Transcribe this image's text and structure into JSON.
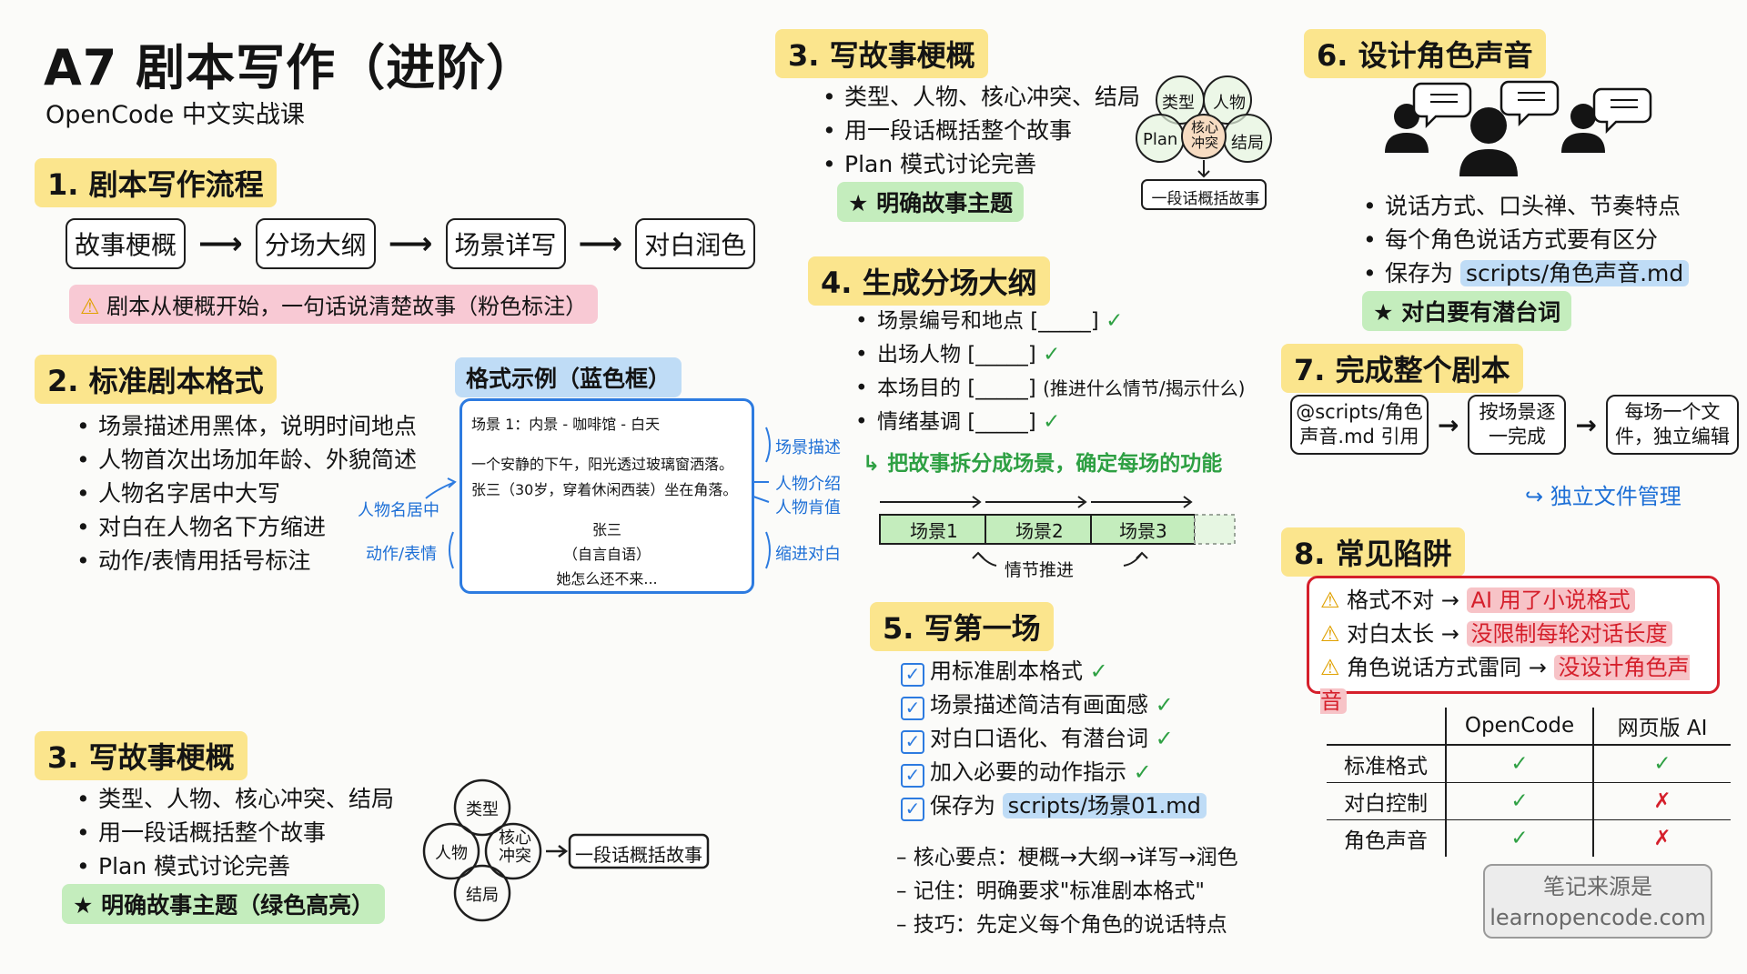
{
  "header": {
    "title": "A7 剧本写作（进阶）",
    "subtitle": "OpenCode 中文实战课"
  },
  "s1": {
    "heading": "1. 剧本写作流程",
    "steps": [
      "故事梗概",
      "分场大纲",
      "场景详写",
      "对白润色"
    ],
    "note": "剧本从梗概开始，一句话说清楚故事（粉色标注）"
  },
  "s2": {
    "heading": "2. 标准剧本格式",
    "bullets": [
      "场景描述用黑体，说明时间地点",
      "人物首次出场加年龄、外貌简述",
      "人物名字居中大写",
      "对白在人物名下方缩进",
      "动作/表情用括号标注"
    ],
    "example_label": "格式示例（蓝色框）",
    "example": {
      "scene": "场景 1：内景 - 咖啡馆 - 白天",
      "desc1": "一个安静的下午，阳光透过玻璃窗洒落。",
      "desc2": "张三（30岁，穿着休闲西装）坐在角落。",
      "name": "张三",
      "action": "（自言自语）",
      "dialogue": "她怎么还不来..."
    },
    "left_labels": [
      "人物名居中",
      "动作/表情"
    ],
    "right_labels": [
      "场景描述",
      "人物介绍",
      "人物肯值",
      "缩进对白"
    ]
  },
  "s3a": {
    "heading": "3. 写故事梗概",
    "bullets": [
      "类型、人物、核心冲突、结局",
      "用一段话概括整个故事",
      "Plan 模式讨论完善"
    ],
    "star": "★ 明确故事主题（绿色高亮）",
    "venn": [
      "类型",
      "人物",
      "核心冲突",
      "结局"
    ],
    "venn_result": "一段话概括故事"
  },
  "s3b": {
    "heading": "3. 写故事梗概",
    "bullets": [
      "类型、人物、核心冲突、结局",
      "用一段话概括整个故事",
      "Plan 模式讨论完善"
    ],
    "star": "★ 明确故事主题",
    "venn": [
      "类型",
      "人物",
      "Plan",
      "核心冲突",
      "结局"
    ],
    "venn_result": "一段话概括故事"
  },
  "s4": {
    "heading": "4. 生成分场大纲",
    "items": [
      "场景编号和地点 [_____]",
      "出场人物 [_____]",
      "本场目的 [_____]",
      "情绪基调 [_____]"
    ],
    "purpose_note": "(推进什么情节/揭示什么)",
    "conclusion": "把故事拆分成场景，确定每场的功能",
    "scenes": [
      "场景1",
      "场景2",
      "场景3"
    ],
    "progress_label": "情节推进"
  },
  "s5": {
    "heading": "5. 写第一场",
    "checks": [
      "用标准剧本格式",
      "场景描述简洁有画面感",
      "对白口语化、有潜台词",
      "加入必要的动作指示"
    ],
    "save_prefix": "保存为",
    "save_path": "scripts/场景01.md",
    "notes": [
      "– 核心要点：梗概→大纲→详写→润色",
      "– 记住：明确要求\"标准剧本格式\"",
      "– 技巧：先定义每个角色的说话特点"
    ]
  },
  "s6": {
    "heading": "6. 设计角色声音",
    "bullets": [
      "说话方式、口头禅、节奏特点",
      "每个角色说话方式要有区分"
    ],
    "save_prefix": "保存为",
    "save_path": "scripts/角色声音.md",
    "star": "★ 对白要有潜台词"
  },
  "s7": {
    "heading": "7. 完成整个剧本",
    "steps": [
      "@scripts/角色声音.md 引用",
      "按场景逐一完成",
      "每场一个文件，独立编辑"
    ],
    "note": "独立文件管理"
  },
  "s8": {
    "heading": "8. 常见陷阱",
    "pitfalls": [
      {
        "issue": "格式不对 →",
        "cause": "AI 用了小说格式"
      },
      {
        "issue": "对白太长 →",
        "cause": "没限制每轮对话长度"
      },
      {
        "issue": "角色说话方式雷同 →",
        "cause": "没设计角色声音"
      }
    ],
    "table": {
      "headers": [
        "",
        "OpenCode",
        "网页版 AI"
      ],
      "rows": [
        [
          "标准格式",
          "✓",
          "✓"
        ],
        [
          "对白控制",
          "✓",
          "✗"
        ],
        [
          "角色声音",
          "✓",
          "✗"
        ]
      ]
    }
  },
  "source": {
    "line1": "笔记来源是",
    "line2": "learnopencode.com"
  },
  "colors": {
    "yellow": "#fbe58d",
    "green": "#c4edbd",
    "pink": "#f8c9d4",
    "blue": "#bfdcf6",
    "red": "#d51f2b",
    "check": "#2ea043",
    "frame_blue": "#2d7be0"
  }
}
